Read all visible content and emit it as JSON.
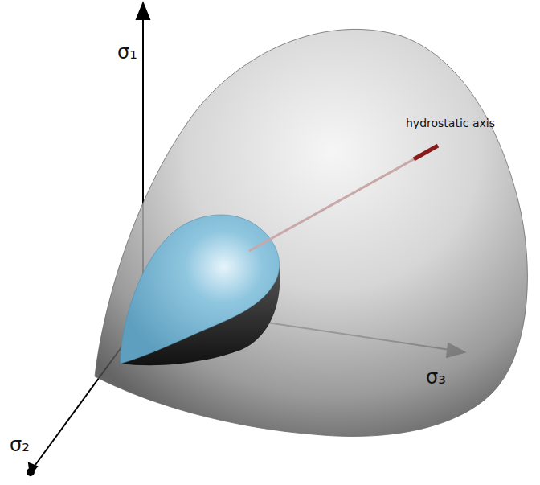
{
  "diagram": {
    "labels": [
      "σ₁",
      "σ₂",
      "σ₃",
      "hydrostatic axis"
    ]
  }
}
